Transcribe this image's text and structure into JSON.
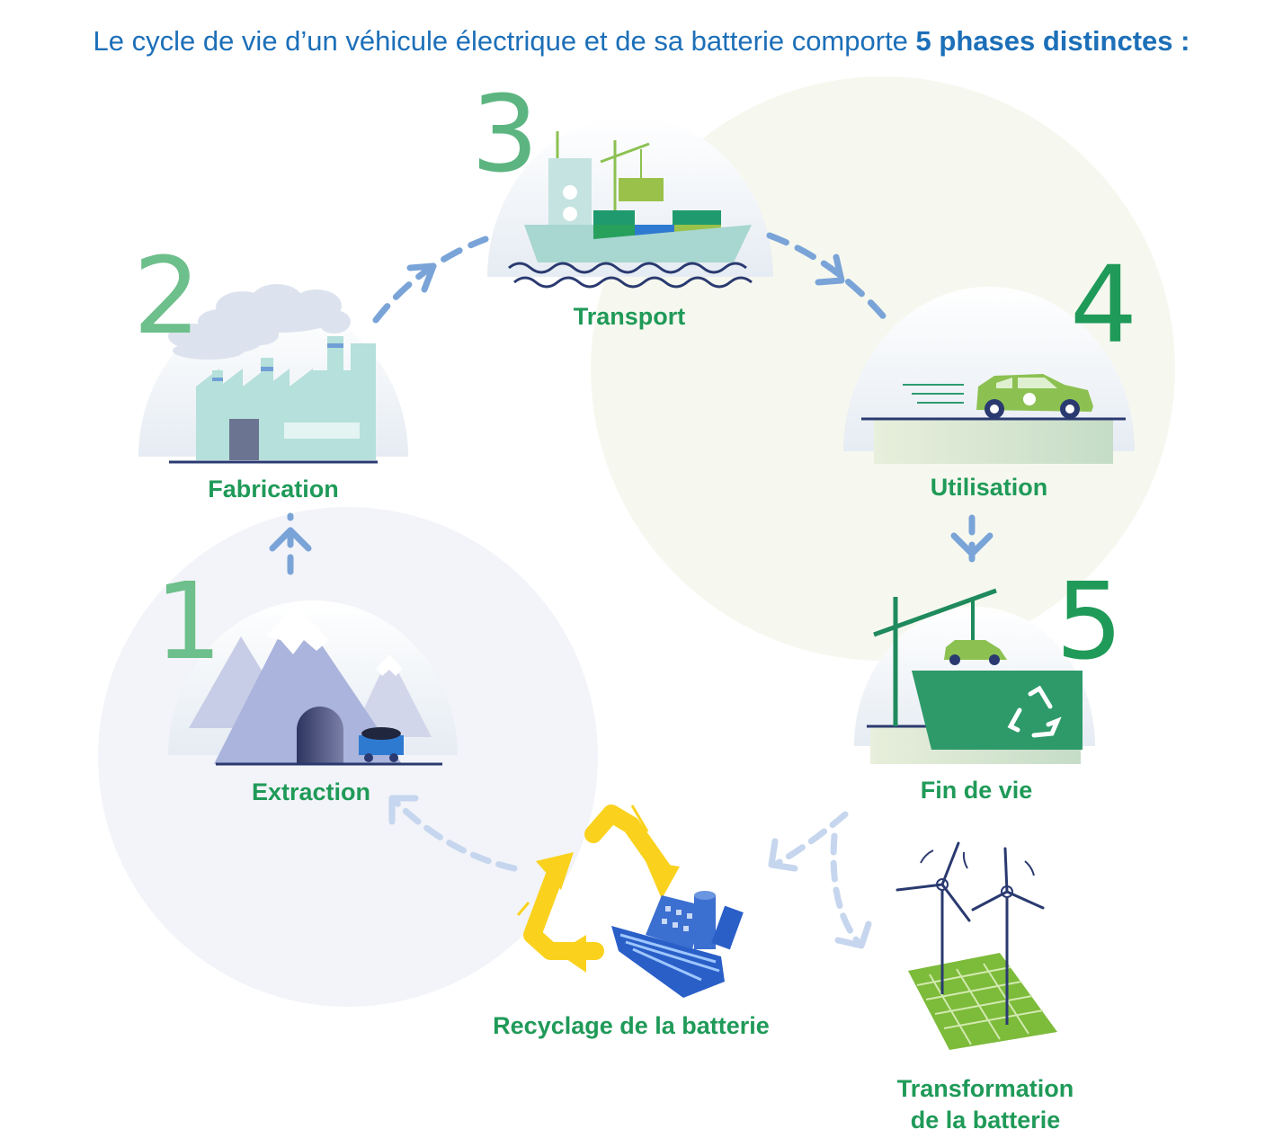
{
  "title": {
    "text": "Le cycle de vie d’un véhicule électrique et de sa batterie comporte ",
    "bold": "5 phases distinctes :"
  },
  "phases": [
    {
      "number": "1",
      "label": "Extraction",
      "icon": "mountain-mine-icon"
    },
    {
      "number": "2",
      "label": "Fabrication",
      "icon": "factory-icon"
    },
    {
      "number": "3",
      "label": "Transport",
      "icon": "cargo-ship-icon"
    },
    {
      "number": "4",
      "label": "Utilisation",
      "icon": "electric-car-icon"
    },
    {
      "number": "5",
      "label": "Fin de vie",
      "icon": "recycling-container-icon"
    }
  ],
  "extra": {
    "recycling_label": "Recyclage de la batterie",
    "transformation_line1": "Transformation",
    "transformation_line2": "de la batterie"
  },
  "colors": {
    "title": "#1c6fb8",
    "label": "#1f9a58",
    "number_light": "#6dbf8b",
    "number_dark": "#1f9a58",
    "arrow": "#7aa4d8",
    "arrow_faint": "#c6d6ee",
    "recycle": "#fad21e",
    "battery_blue": "#2a5fc8",
    "battery_green": "#7dbb3a"
  }
}
